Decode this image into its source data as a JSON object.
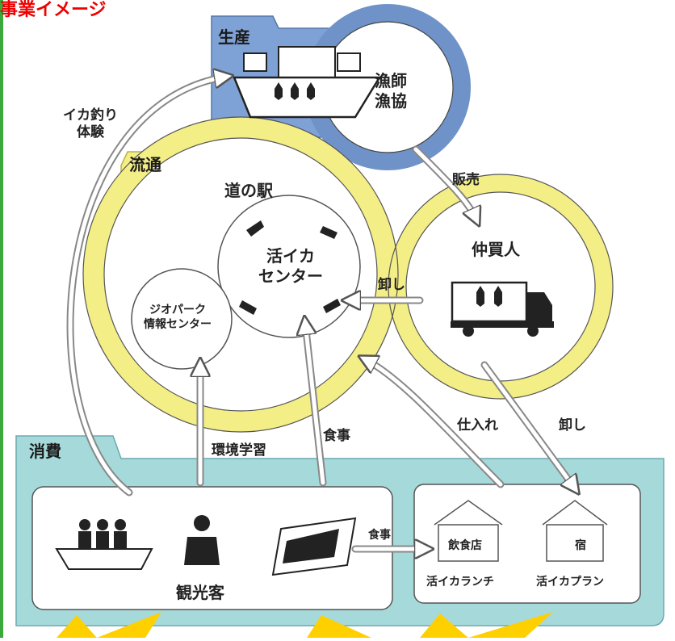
{
  "title": "事業イメージ",
  "sections": {
    "production": "生産",
    "distribution": "流通",
    "consumption": "消費"
  },
  "nodes": {
    "fishermen_line1": "漁師",
    "fishermen_line2": "漁協",
    "roadside_station": "道の駅",
    "center_line1": "活イカ",
    "center_line2": "センター",
    "geopark_line1": "ジオパーク",
    "geopark_line2": "情報センター",
    "broker": "仲買人",
    "tourists": "観光客",
    "restaurant": "飲食店",
    "inn": "宿",
    "lunch": "活イカランチ",
    "plan": "活イカプラン"
  },
  "flows": {
    "fishing_line1": "イカ釣り",
    "fishing_line2": "体験",
    "sales": "販売",
    "unload_1": "卸し",
    "unload_2": "卸し",
    "procurement": "仕入れ",
    "meal_1": "食事",
    "meal_2": "食事",
    "env_learning": "環境学習"
  },
  "colors": {
    "title": "#ee0000",
    "production_ring": "#6f93c9",
    "production_tab": "#7fa2d6",
    "distribution_ring": "#f3ee86",
    "consumption_box": "#a6d9da",
    "left_border": "#3aa83a",
    "bottom_glow": "#ffd000"
  }
}
